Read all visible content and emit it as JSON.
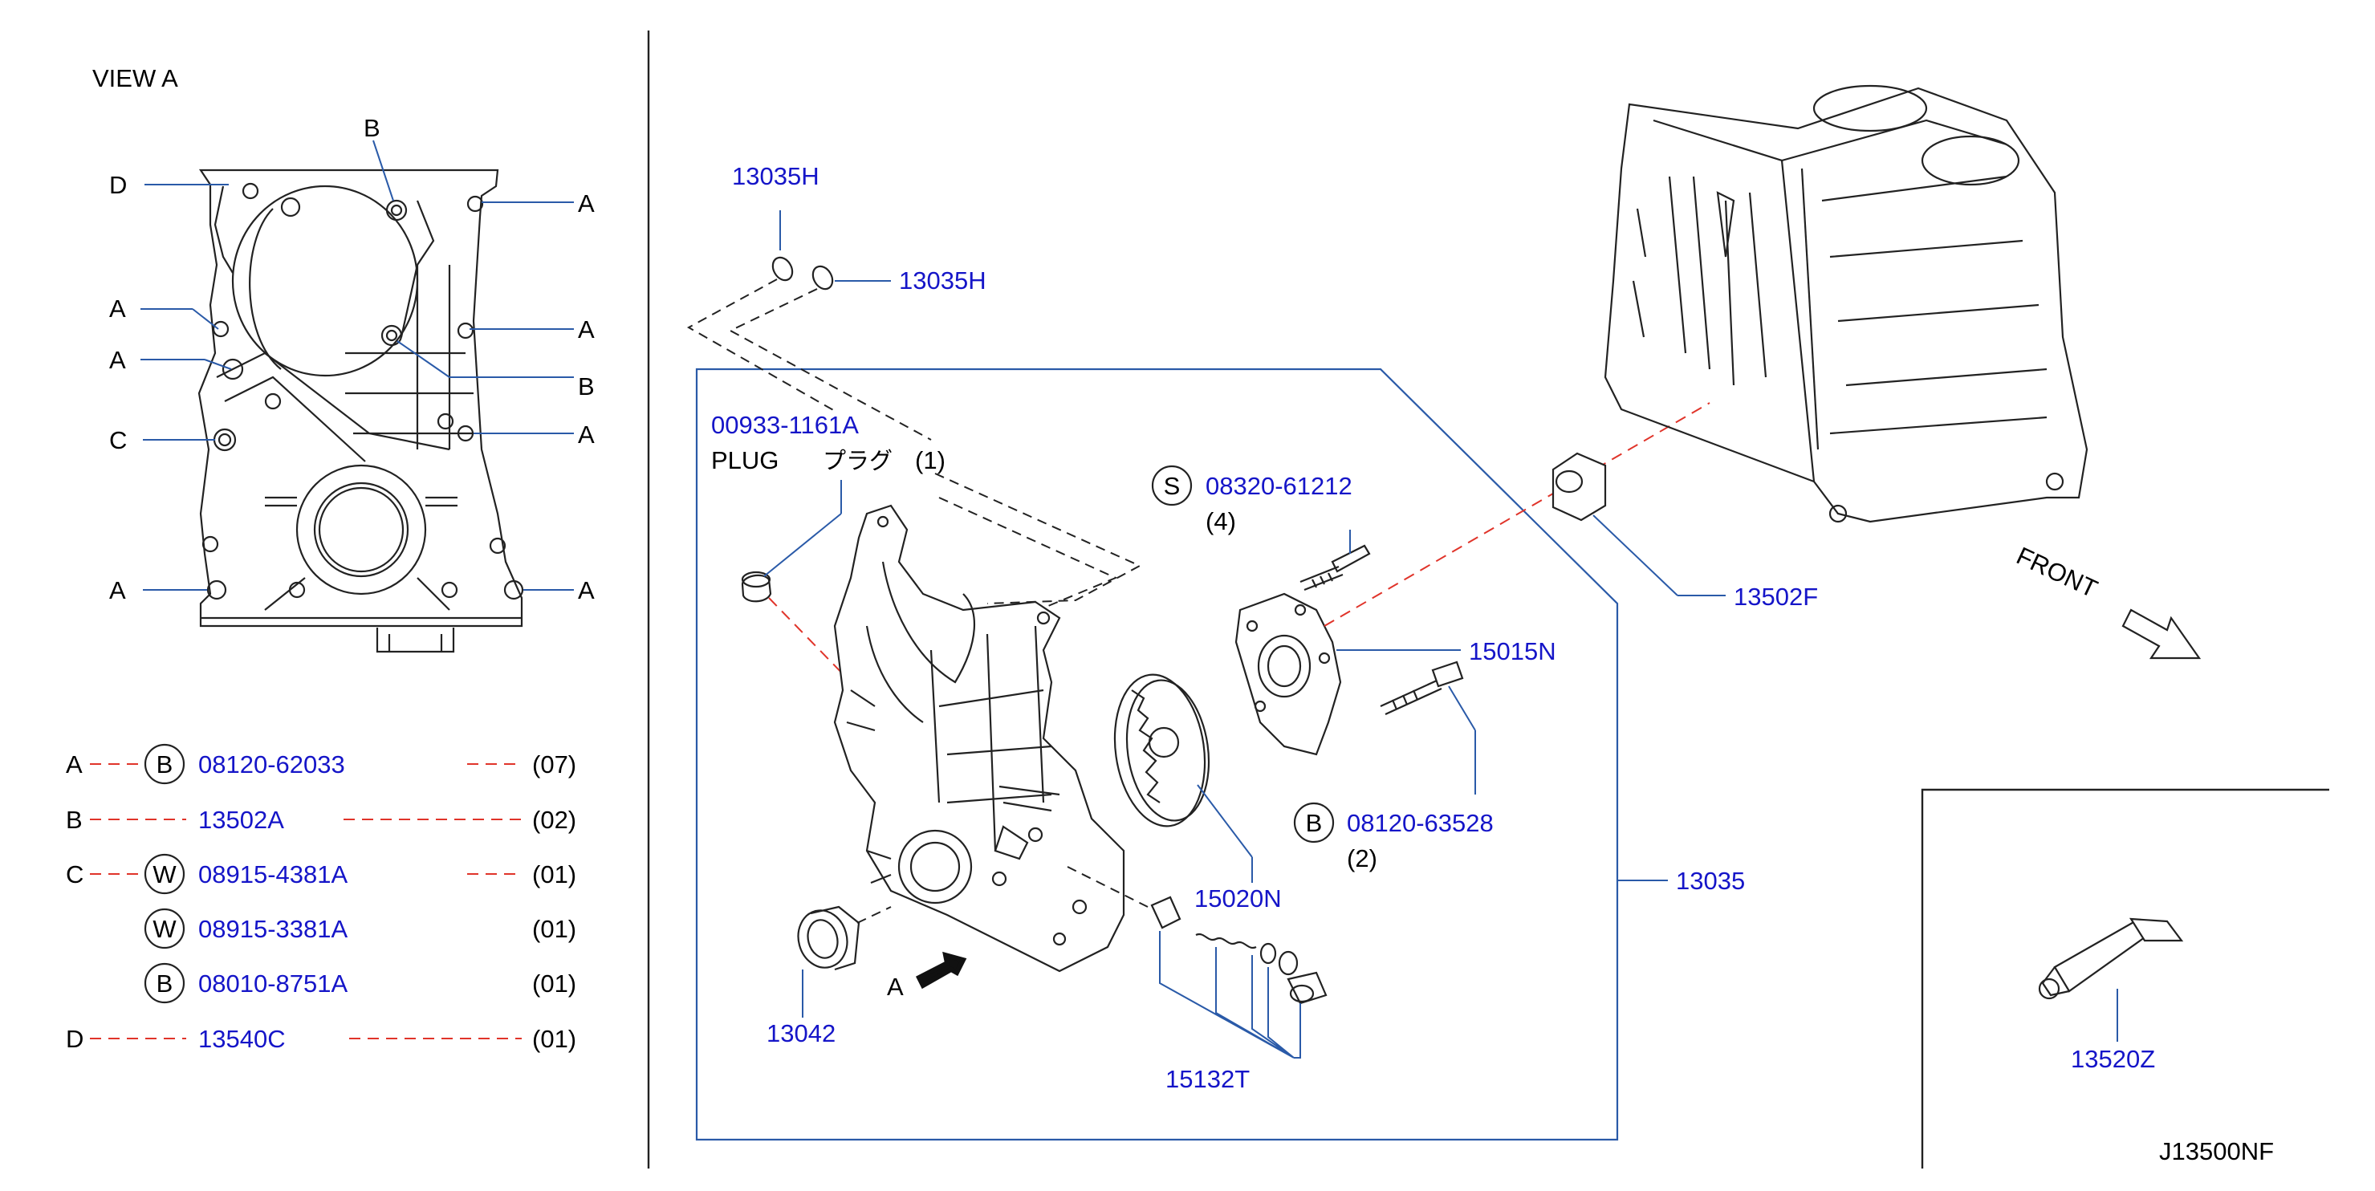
{
  "view_a": {
    "title": "VIEW A",
    "callouts": [
      "D",
      "B",
      "A",
      "A",
      "A",
      "A",
      "B",
      "C",
      "A",
      "A",
      "A"
    ]
  },
  "legend": [
    {
      "ref": "A",
      "badge": "B",
      "part": "08120-62033",
      "qty": "(07)"
    },
    {
      "ref": "B",
      "badge": "",
      "part": "13502A",
      "qty": "(02)"
    },
    {
      "ref": "C",
      "badge": "W",
      "part": "08915-4381A",
      "qty": "(01)"
    },
    {
      "ref": "",
      "badge": "W",
      "part": "08915-3381A",
      "qty": "(01)"
    },
    {
      "ref": "",
      "badge": "B",
      "part": "08010-8751A",
      "qty": "(01)"
    },
    {
      "ref": "D",
      "badge": "",
      "part": "13540C",
      "qty": "(01)"
    }
  ],
  "parts": {
    "p13035H_a": "13035H",
    "p13035H_b": "13035H",
    "p00933": "00933-1161A",
    "plug_en": "PLUG",
    "plug_jp": "プラグ",
    "plug_qty": "(1)",
    "s_badge": "S",
    "p08320": "08320-61212",
    "p08320_qty": "(4)",
    "p15015N": "15015N",
    "b_badge": "B",
    "p08120_63528": "08120-63528",
    "p08120_63528_qty": "(2)",
    "p15020N": "15020N",
    "p13035": "13035",
    "p13042": "13042",
    "p15132T": "15132T",
    "p13502F": "13502F",
    "p13520Z": "13520Z",
    "view_marker": "A",
    "front": "FRONT"
  },
  "diagram_code": "J13500NF",
  "colors": {
    "part_number": "#1515c8",
    "leader": "#2a5aa8",
    "hidden_line": "#e0342a"
  }
}
